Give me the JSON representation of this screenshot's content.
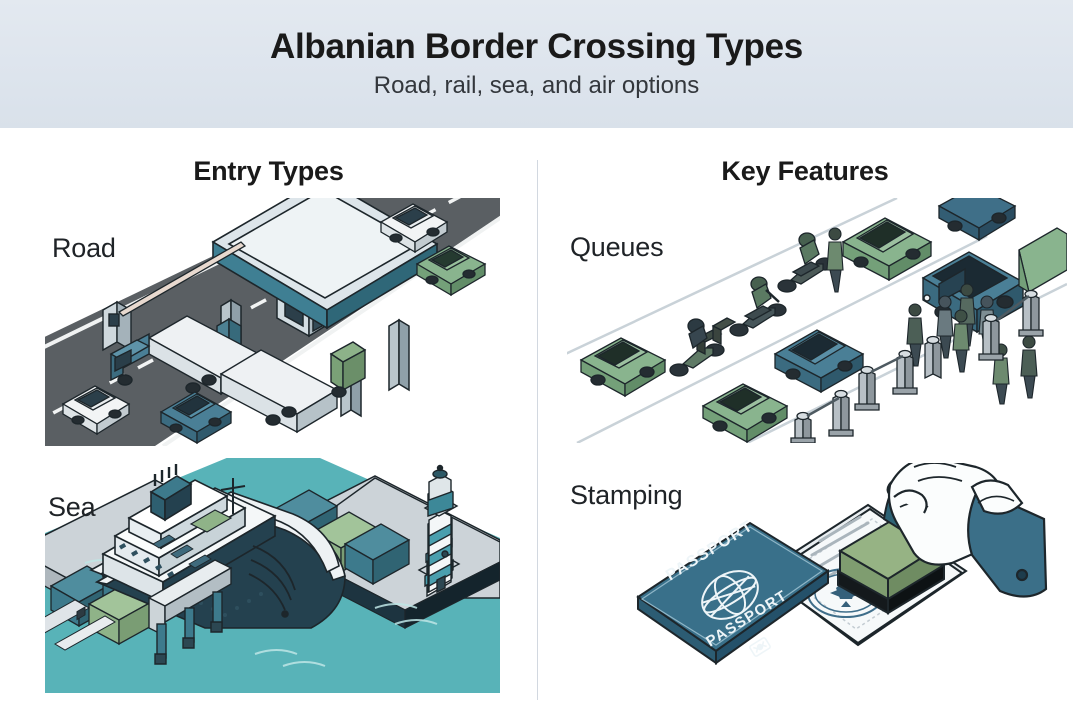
{
  "header": {
    "title": "Albanian Border Crossing Types",
    "subtitle": "Road, rail, sea, and air options",
    "background_color": "#dfe5ed",
    "title_color": "#1a1a1a",
    "subtitle_color": "#33373c"
  },
  "columns": [
    {
      "heading": "Entry Types",
      "panels": [
        {
          "label": "Road",
          "illustration": "road-border-checkpoint-illustration",
          "description": "Isometric highway border checkpoint with canopy, boom barriers, trucks and cars"
        },
        {
          "label": "Sea",
          "illustration": "sea-port-ferry-illustration",
          "description": "Isometric harbour with ferry ship, shipping containers, gangway and lighthouse"
        }
      ]
    },
    {
      "heading": "Key Features",
      "panels": [
        {
          "label": "Queues",
          "illustration": "queues-waiting-line-illustration",
          "description": "Isometric queue of cars, motorcycles, pedestrians and stanchion barriers"
        },
        {
          "label": "Stamping",
          "illustration": "passport-stamping-illustration",
          "description": "Hand pressing a rubber stamp onto an open passport page"
        }
      ]
    }
  ],
  "passport": {
    "cover_text_top": "PASSPORT",
    "cover_text_bottom": "PASSPORT",
    "emblem": "globe-emblem",
    "chip_symbol": "biometric-chip-icon"
  },
  "palette": {
    "header_bg": "#dfe5ed",
    "asphalt": "#565a5e",
    "asphalt_dark": "#44484c",
    "grass_green": "#8fbf8d",
    "canopy_teal": "#3f7f93",
    "canopy_light": "#cfd8dd",
    "car_green": "#89b48e",
    "car_blue": "#4a7f96",
    "car_white": "#eef1f3",
    "water_teal": "#58b3b8",
    "dock_grey": "#c8ced3",
    "container_blue": "#3d7a8c",
    "container_green": "#8fb388",
    "hull_navy": "#24414f",
    "stamp_green": "#86a777",
    "sleeve_blue": "#3b6f88",
    "outline": "#1a2025",
    "divider": "#d2d8e0"
  }
}
